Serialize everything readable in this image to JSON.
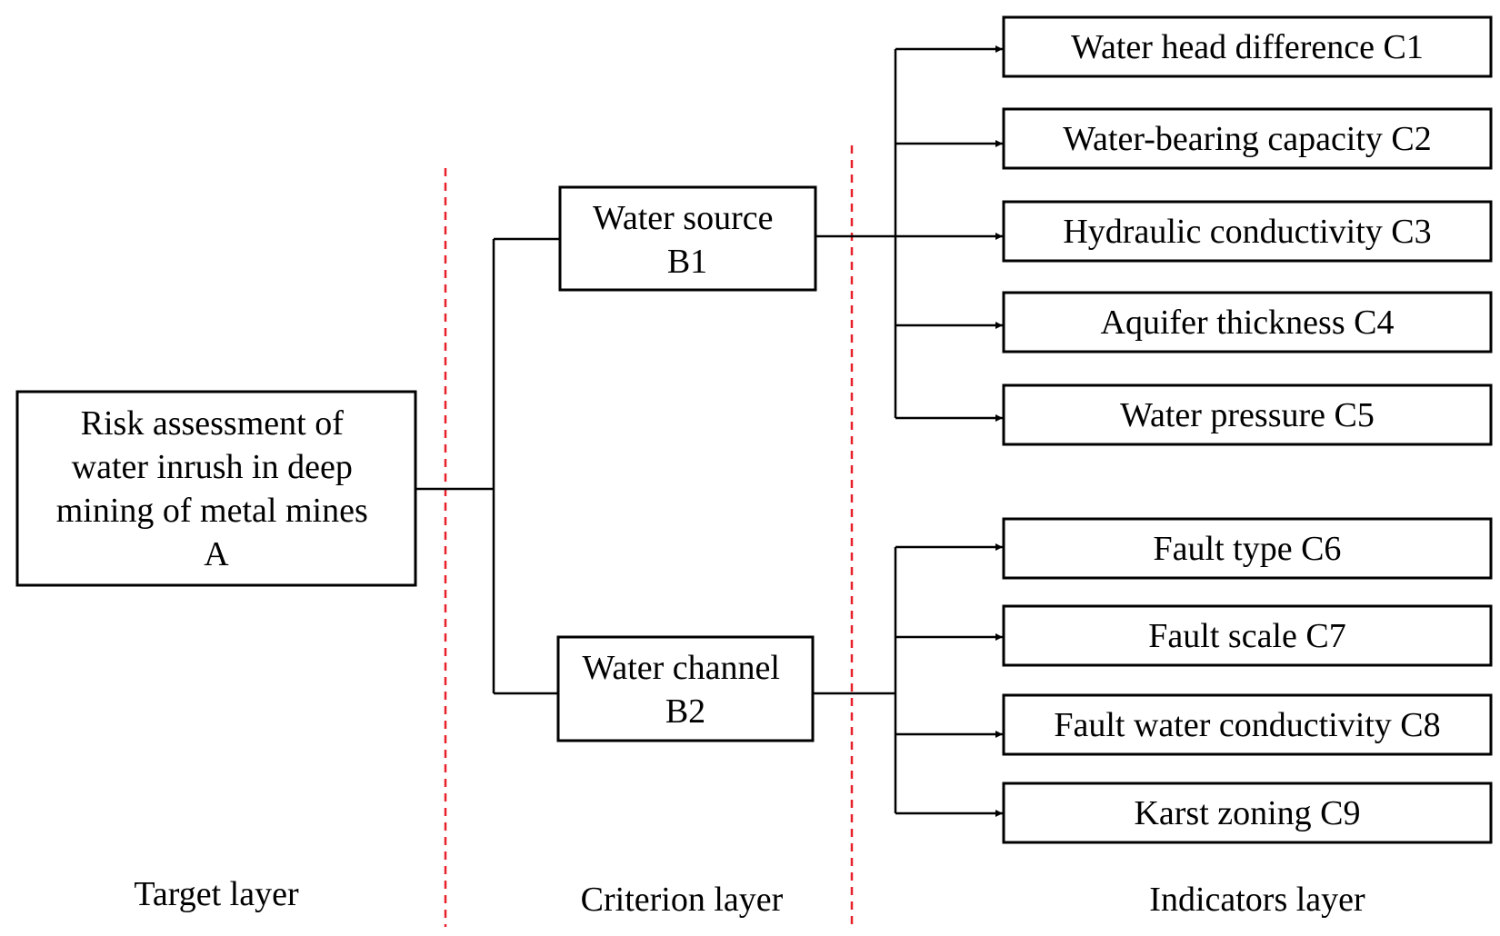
{
  "target": {
    "lines": [
      "Risk assessment of",
      "water inrush in deep",
      "mining of metal mines",
      "A"
    ]
  },
  "criteria": [
    {
      "id": "B1",
      "lines": [
        "Water source",
        "B1"
      ]
    },
    {
      "id": "B2",
      "lines": [
        "Water channel",
        "B2"
      ]
    }
  ],
  "indicators": [
    {
      "id": "C1",
      "parent": "B1",
      "label": "Water head difference  C1"
    },
    {
      "id": "C2",
      "parent": "B1",
      "label": "Water-bearing capacity C2"
    },
    {
      "id": "C3",
      "parent": "B1",
      "label": "Hydraulic conductivity C3"
    },
    {
      "id": "C4",
      "parent": "B1",
      "label": "Aquifer thickness C4"
    },
    {
      "id": "C5",
      "parent": "B1",
      "label": "Water pressure C5"
    },
    {
      "id": "C6",
      "parent": "B2",
      "label": "Fault type C6"
    },
    {
      "id": "C7",
      "parent": "B2",
      "label": "Fault scale C7"
    },
    {
      "id": "C8",
      "parent": "B2",
      "label": "Fault water conductivity C8"
    },
    {
      "id": "C9",
      "parent": "B2",
      "label": "Karst zoning C9"
    }
  ],
  "layers": {
    "target": "Target layer",
    "criterion": "Criterion layer",
    "indicators": "Indicators layer"
  },
  "colors": {
    "divider": "#e8202a",
    "line": "#000000"
  }
}
